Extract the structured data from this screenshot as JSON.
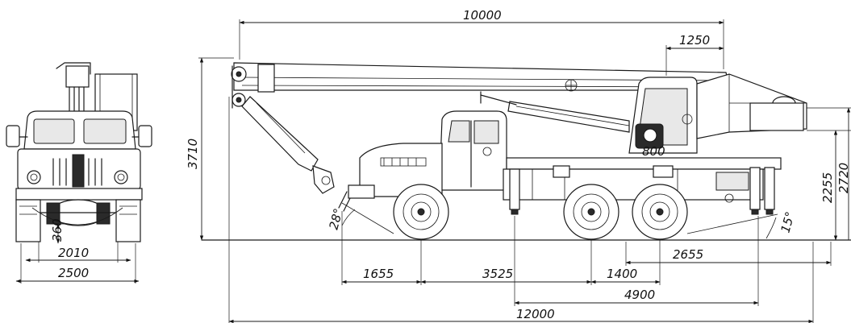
{
  "dimensions": {
    "boom_length": "10000",
    "boom_head_offset": "1250",
    "transport_height": "3710",
    "outrigger_base": "800",
    "axle_height_right": "2255",
    "overall_height_right": "2720",
    "departure_angle_front": "28°",
    "departure_angle_rear": "15°",
    "front_overhang": "1655",
    "wheelbase_front": "3525",
    "bogie_spacing": "1400",
    "rear_section": "2655",
    "outrigger_span": "4900",
    "overall_length": "12000",
    "ground_clearance": "360",
    "track_width": "2010",
    "overall_width": "2500"
  }
}
